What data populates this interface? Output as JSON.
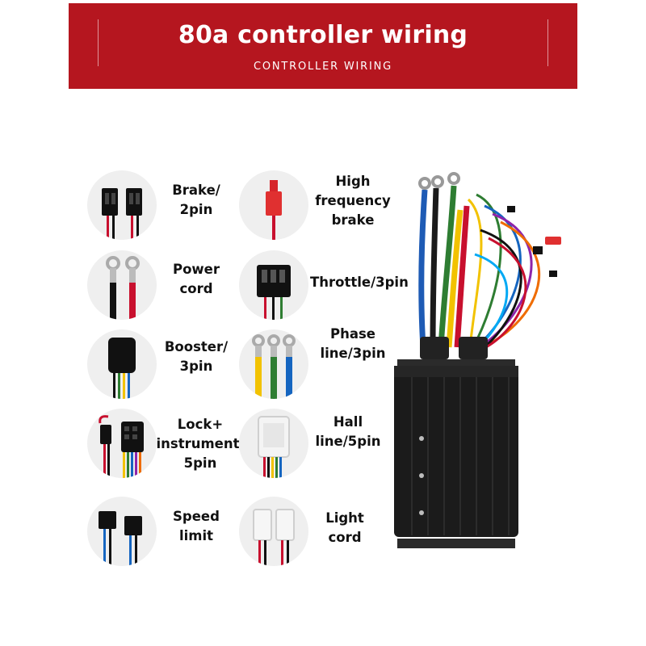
{
  "header": {
    "title": "80a controller wiring",
    "subtitle": "CONTROLLER WIRING"
  },
  "connectors": {
    "left": [
      {
        "label": "Brake/\n2pin",
        "icon": "brake-connector-icon"
      },
      {
        "label": "Power\ncord",
        "icon": "power-cord-icon"
      },
      {
        "label": "Booster/\n3pin",
        "icon": "booster-connector-icon"
      },
      {
        "label": "Lock+\ninstrument/\n5pin",
        "icon": "lock-instrument-connector-icon"
      },
      {
        "label": "Speed\nlimit",
        "icon": "speed-limit-connector-icon"
      }
    ],
    "right": [
      {
        "label": "High\nfrequency\nbrake",
        "icon": "high-frequency-brake-connector-icon"
      },
      {
        "label": "Throttle/3pin",
        "icon": "throttle-connector-icon"
      },
      {
        "label": "Phase\nline/3pin",
        "icon": "phase-line-connector-icon"
      },
      {
        "label": "Hall\nline/5pin",
        "icon": "hall-connector-icon"
      },
      {
        "label": "Light\ncord",
        "icon": "light-cord-connector-icon"
      }
    ]
  },
  "colors": {
    "banner": "#b5161f",
    "housing": "#1b1b1b"
  }
}
